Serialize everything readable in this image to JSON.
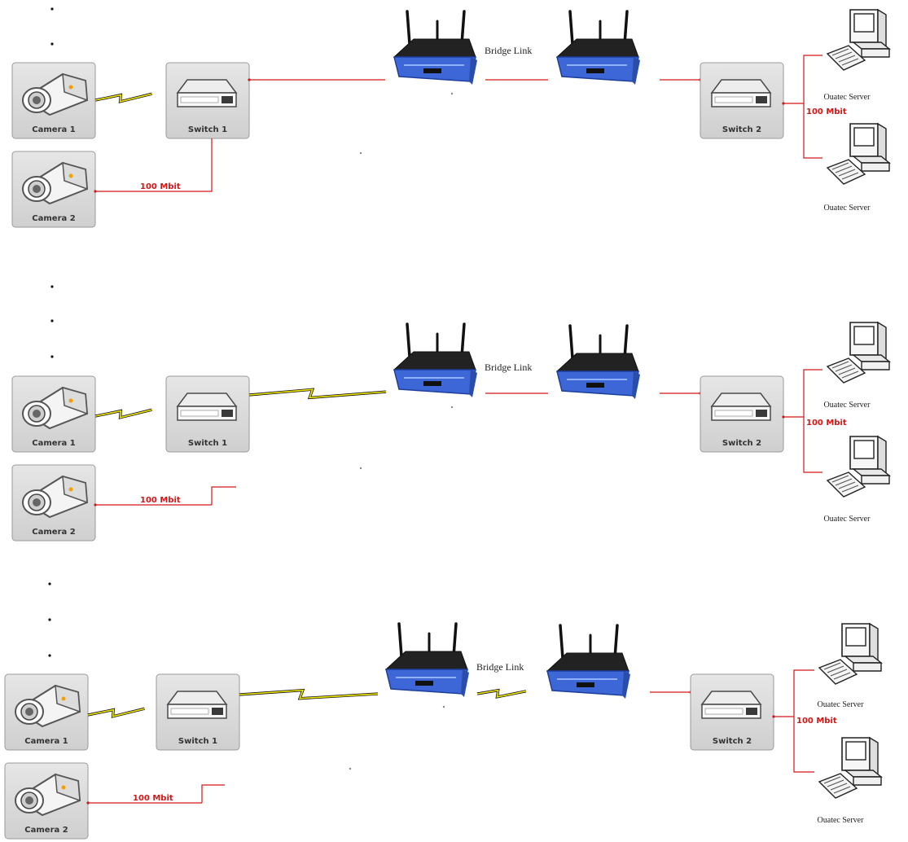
{
  "colors": {
    "link_red": "#d01818",
    "wireless_yellow": "#f2ea00",
    "router_blue": "#3d66d6",
    "box_gray": "#d7d7d7"
  },
  "icons": {
    "camera": "camera-icon",
    "switch": "switch-icon",
    "router": "wireless-router-icon",
    "server": "server-computer-icon",
    "wireless_link": "lightning-bolt-wireless-icon"
  },
  "scenarios": [
    {
      "bullets": 2,
      "switch1_to_router_link": "wired",
      "bridge_link": "wired",
      "labels": {
        "camera1": "Camera 1",
        "camera2": "Camera 2",
        "switch1": "Switch 1",
        "switch2": "Switch 2",
        "bridge": "Bridge Link",
        "mbit_left": "100 Mbit",
        "mbit_right": "100 Mbit",
        "server_top": "Ouatec Server",
        "server_bottom": "Ouatec Server"
      }
    },
    {
      "bullets": 3,
      "switch1_to_router_link": "wireless",
      "bridge_link": "wired",
      "labels": {
        "camera1": "Camera 1",
        "camera2": "Camera 2",
        "switch1": "Switch 1",
        "switch2": "Switch 2",
        "bridge": "Bridge Link",
        "mbit_left": "100 Mbit",
        "mbit_right": "100 Mbit",
        "server_top": "Ouatec Server",
        "server_bottom": "Ouatec Server"
      }
    },
    {
      "bullets": 3,
      "switch1_to_router_link": "wireless",
      "bridge_link": "wireless",
      "labels": {
        "camera1": "Camera 1",
        "camera2": "Camera 2",
        "switch1": "Switch 1",
        "switch2": "Switch 2",
        "bridge": "Bridge Link",
        "mbit_left": "100 Mbit",
        "mbit_right": "100 Mbit",
        "server_top": "Ouatec Server",
        "server_bottom": "Ouatec Server"
      }
    }
  ]
}
